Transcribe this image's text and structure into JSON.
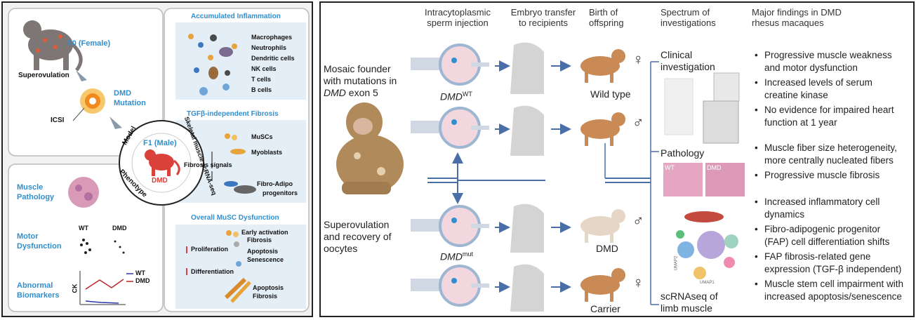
{
  "left": {
    "f0": "F0 (Female)",
    "superovulation": "Superovulation",
    "dmd_mutation": [
      "DMD",
      "Mutation"
    ],
    "icsi": "ICSI",
    "f1": "F1 (Male)",
    "f1_label": "DMD",
    "ring": {
      "model": "Model",
      "phenotype": "Phenotype",
      "scrna": "Skeletal muscle scRNA-seq"
    },
    "phenotypes": {
      "muscle": [
        "Muscle",
        "Pathology"
      ],
      "motor": [
        "Motor",
        "Dysfunction"
      ],
      "motor_wt": "WT",
      "motor_dmd": "DMD",
      "biomarkers": [
        "Abnormal",
        "Biomarkers"
      ],
      "ck_axis": "CK",
      "legend": [
        "WT",
        "DMD"
      ]
    },
    "inflammation": {
      "title": "Accumulated Inflammation",
      "cells": [
        "Macrophages",
        "Neutrophils",
        "Dendritic cells",
        "NK cells",
        "T cells",
        "B cells"
      ]
    },
    "fibrosis": {
      "title": "TGFβ-independent Fibrosis",
      "musc": "MuSCs",
      "myoblasts": "Myoblasts",
      "signals": "Fibrosis signals",
      "fap": [
        "Fibro-Adipo",
        "progenitors"
      ]
    },
    "musc_dysfunction": {
      "title": "Overall MuSC Dysfunction",
      "early": [
        "Early activation",
        "Fibrosis"
      ],
      "proliferation": "Proliferation",
      "apoptosis1": [
        "Apoptosis",
        "Senescence"
      ],
      "differentiation": "Differentiation",
      "apoptosis2": [
        "Apoptosis",
        "Fibrosis"
      ]
    }
  },
  "right": {
    "headers": {
      "icsi": [
        "Intracytoplasmic",
        "sperm injection"
      ],
      "transfer": [
        "Embryo transfer",
        "to recipients"
      ],
      "birth": [
        "Birth of",
        "offspring"
      ],
      "spectrum": [
        "Spectrum of",
        "investigations"
      ],
      "findings": [
        "Major findings in DMD",
        "rhesus macaques"
      ]
    },
    "founder": [
      "Mosaic founder",
      "with mutations in",
      "exon 5"
    ],
    "founder_gene": "DMD",
    "oocytes": [
      "Superovulation",
      "and recovery of",
      "oocytes"
    ],
    "dmd_wt": "DMD",
    "dmd_wt_sup": "WT",
    "dmd_mut": "DMD",
    "dmd_mut_sup": "mut",
    "offspring": [
      "Wild type",
      "DMD",
      "Carrier"
    ],
    "sexes": [
      "♀",
      "♂",
      "♂",
      "♀"
    ],
    "investigations": {
      "clinical": [
        "Clinical",
        "investigation"
      ],
      "pathology": "Pathology",
      "path_wt": "WT",
      "path_dmd": "DMD",
      "scrna": [
        "scRNAseq of",
        "limb muscle"
      ],
      "umap_y": "UMAP2",
      "umap_x": "UMAP1"
    },
    "findings": [
      [
        "Progressive muscle weakness",
        "and motor dysfunction"
      ],
      [
        "Increased levels of serum",
        "creatine kinase"
      ],
      [
        "No evidence for impaired heart",
        "function at 1 year"
      ],
      [
        "Muscle fiber size heterogeneity,",
        "more centrally nucleated fibers"
      ],
      [
        "Progressive muscle fibrosis"
      ],
      [
        "Increased inflammatory cell",
        "dynamics"
      ],
      [
        "Fibro-adipogenic progenitor",
        "(FAP) cell differentiation shifts"
      ],
      [
        "FAP fibrosis-related gene",
        "expression (TGF-β independent)"
      ],
      [
        "Muscle stem cell impairment with",
        "increased apoptosis/senescence"
      ]
    ]
  },
  "colors": {
    "accent_blue": "#2f8fcf",
    "monkey_red": "#d9413a",
    "monkey_gray": "#7d7675",
    "arrow_blue": "#4a6fa8"
  }
}
